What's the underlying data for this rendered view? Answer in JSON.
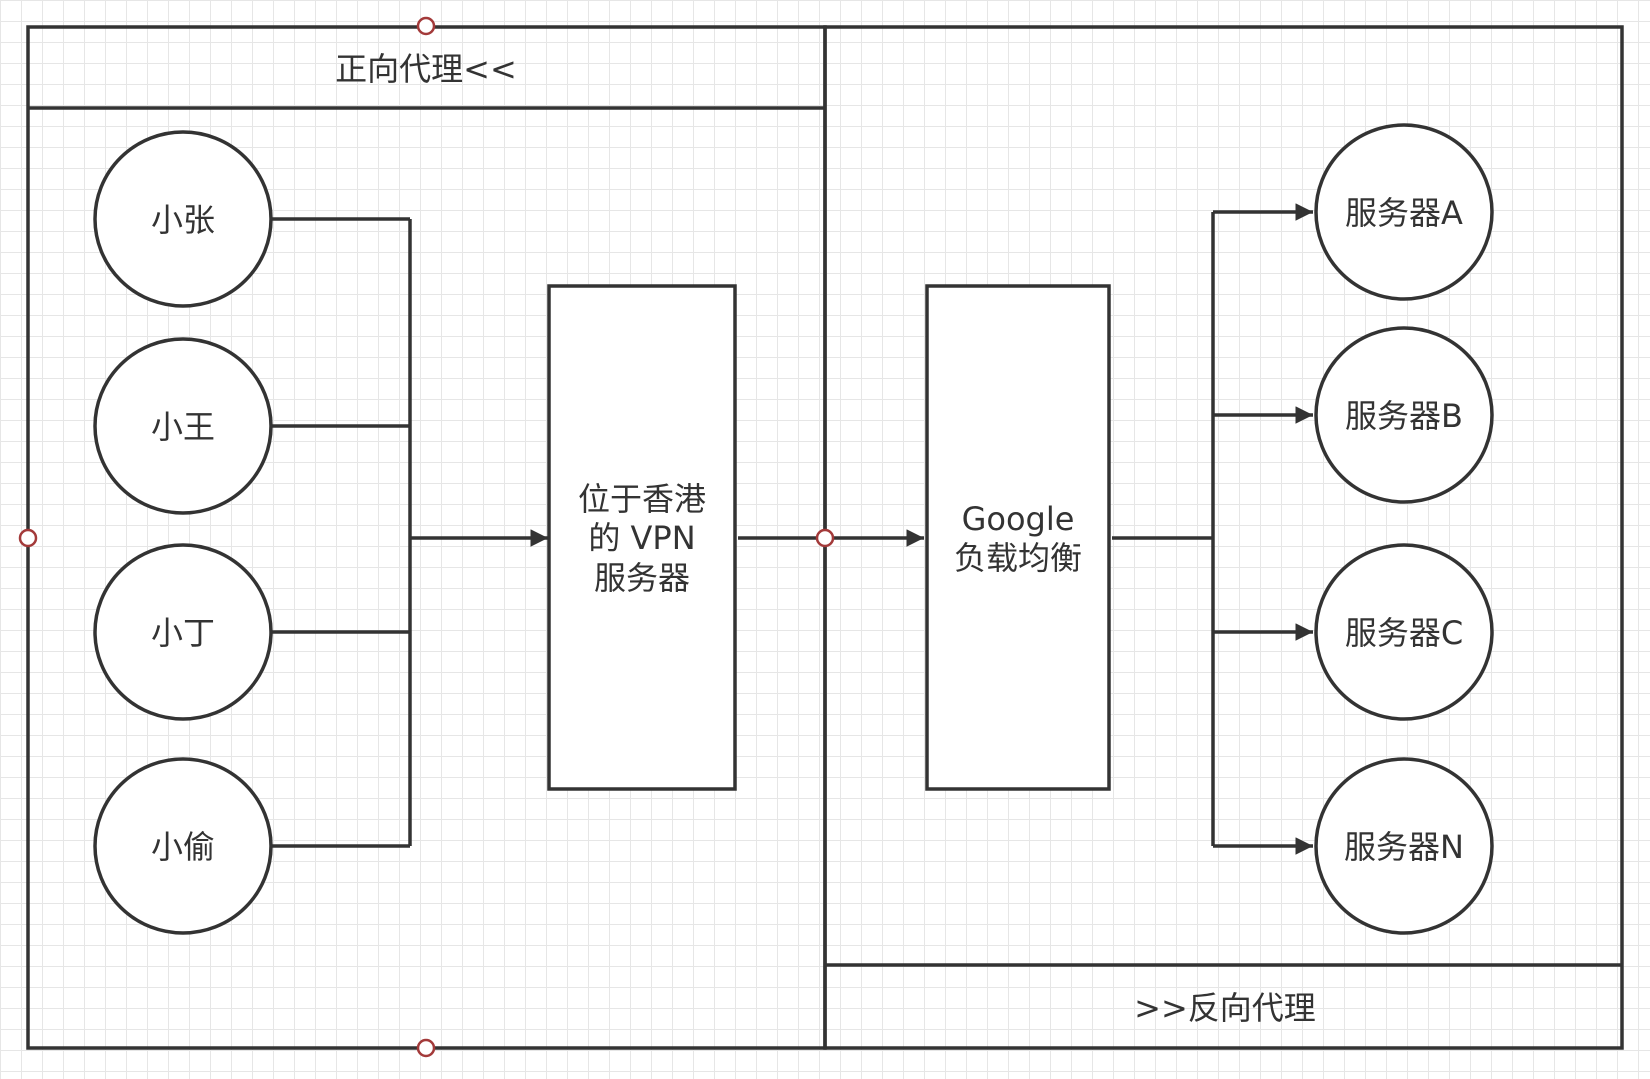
{
  "forward_proxy": {
    "title": "正向代理<<",
    "clients": [
      "小张",
      "小王",
      "小丁",
      "小偷"
    ],
    "vpn_server_lines": [
      "位于香港",
      "的 VPN",
      "服务器"
    ]
  },
  "reverse_proxy": {
    "title": ">>反向代理",
    "load_balancer_lines": [
      "Google",
      "负载均衡"
    ],
    "servers": [
      "服务器A",
      "服务器B",
      "服务器C",
      "服务器N"
    ]
  },
  "colors": {
    "line": "#333333",
    "selection_handle": "#a33a3a",
    "grid": "#e6e6e6"
  }
}
